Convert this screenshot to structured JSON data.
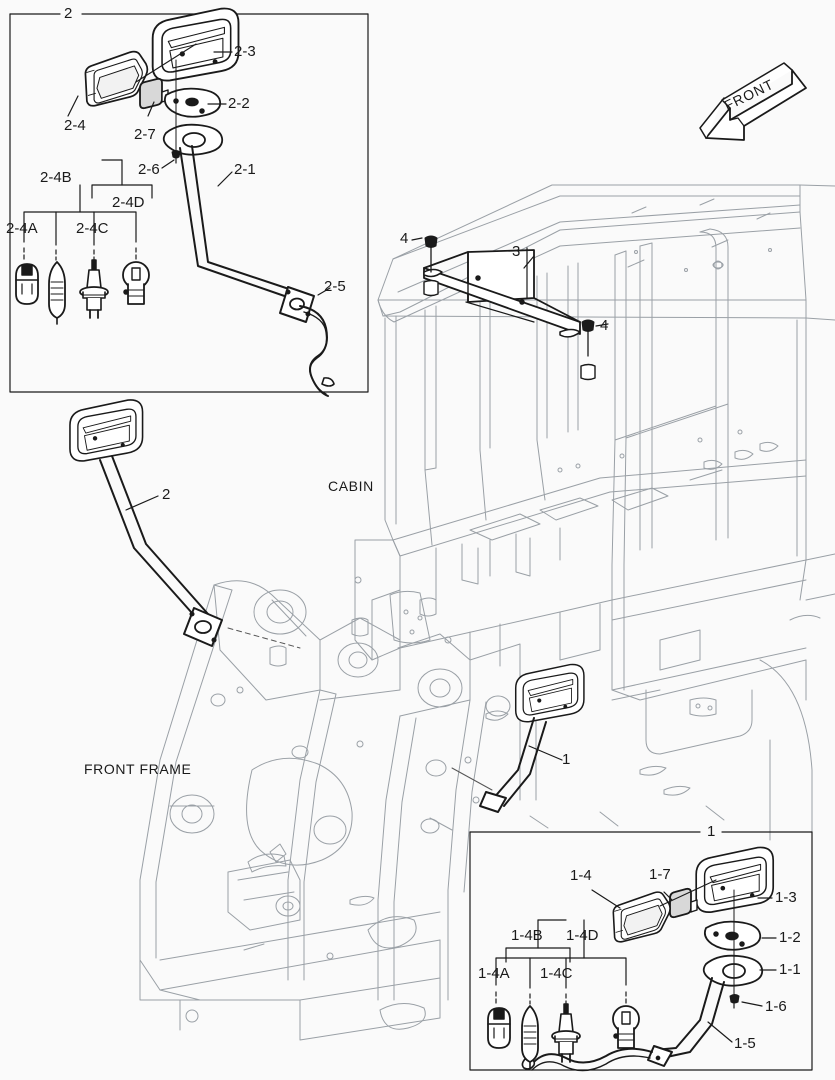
{
  "diagram": {
    "title": "Mirror and lamp assembly parts diagram",
    "background_color": "#fafafa",
    "line_color_machine": "#9aa0a6",
    "line_color_part": "#1a1a1a"
  },
  "annotations": {
    "front_arrow": "FRONT",
    "cabin": "CABIN",
    "front_frame": "FRONT FRAME"
  },
  "callouts": {
    "main": [
      {
        "id": "c3",
        "label": "3"
      },
      {
        "id": "c4a",
        "label": "4"
      },
      {
        "id": "c4b",
        "label": "4"
      },
      {
        "id": "c2",
        "label": "2"
      },
      {
        "id": "c1",
        "label": "1"
      }
    ]
  },
  "detail_box_top": {
    "box_label": "2",
    "items": [
      {
        "code": "2-3",
        "name": "mirror-head"
      },
      {
        "code": "2-2",
        "name": "bracket-plate"
      },
      {
        "code": "2-1",
        "name": "mirror-arm"
      },
      {
        "code": "2-4",
        "name": "lamp-assembly"
      },
      {
        "code": "2-7",
        "name": "lamp-socket"
      },
      {
        "code": "2-6",
        "name": "bolt"
      },
      {
        "code": "2-5",
        "name": "wire-harness"
      }
    ],
    "bulbs": [
      {
        "code": "2-4A",
        "name": "wedge-bulb"
      },
      {
        "code": "2-4B",
        "name": "festoon-bulb"
      },
      {
        "code": "2-4C",
        "name": "halogen-bulb"
      },
      {
        "code": "2-4D",
        "name": "bayonet-bulb"
      }
    ],
    "group_code": "2-4"
  },
  "detail_box_bottom": {
    "box_label": "1",
    "items": [
      {
        "code": "1-3",
        "name": "mirror-head"
      },
      {
        "code": "1-2",
        "name": "bracket-plate"
      },
      {
        "code": "1-1",
        "name": "mount-ring"
      },
      {
        "code": "1-6",
        "name": "bolt"
      },
      {
        "code": "1-5",
        "name": "mirror-arm"
      },
      {
        "code": "1-7",
        "name": "lamp-socket"
      }
    ],
    "bulbs": [
      {
        "code": "1-4A",
        "name": "wedge-bulb"
      },
      {
        "code": "1-4B",
        "name": "festoon-bulb"
      },
      {
        "code": "1-4C",
        "name": "halogen-bulb"
      },
      {
        "code": "1-4D",
        "name": "bayonet-bulb"
      }
    ],
    "group_code": "1-4"
  }
}
